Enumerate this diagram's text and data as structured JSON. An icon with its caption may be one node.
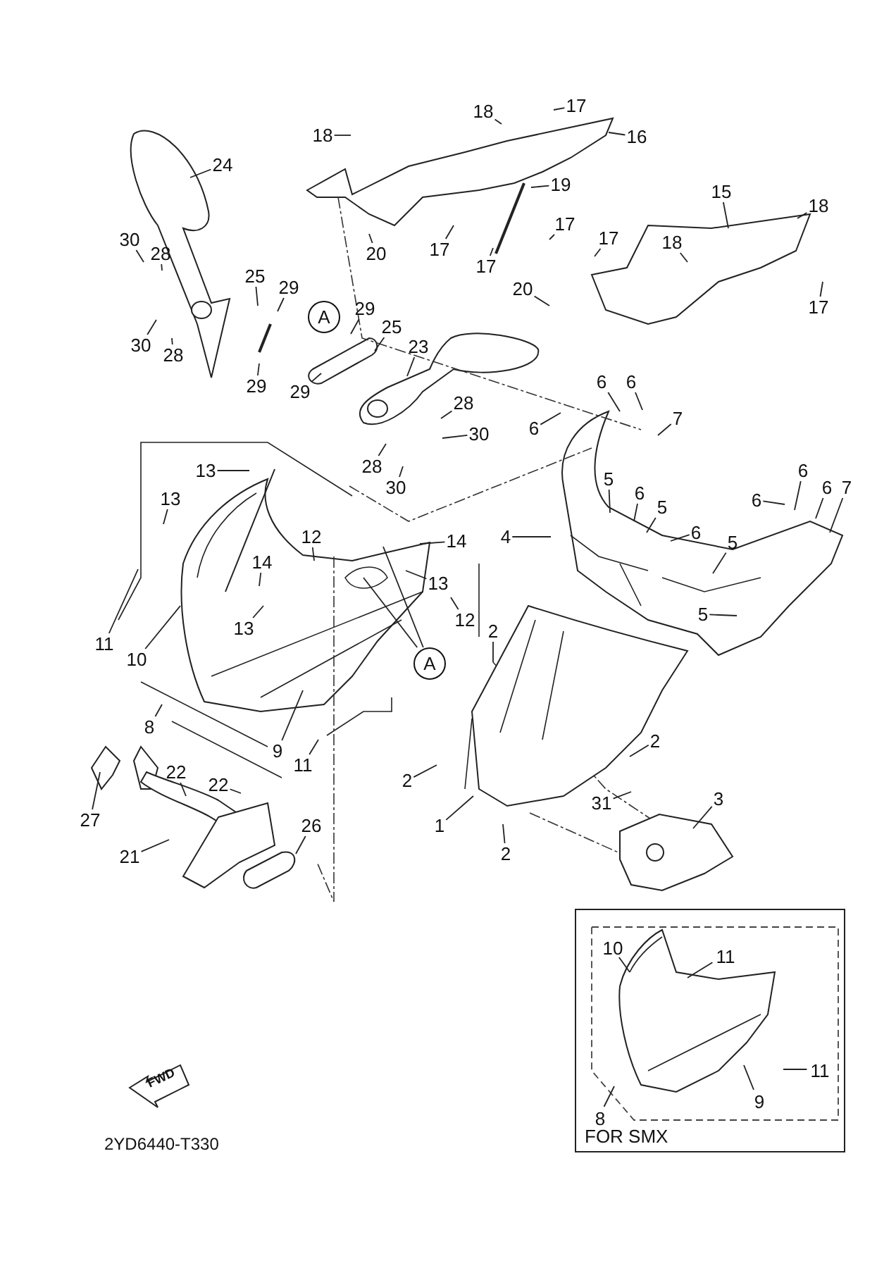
{
  "diagram": {
    "nodes": [
      {
        "text": [
          "18"
        ]
      },
      {
        "text": [
          "18"
        ]
      },
      {
        "text": [
          "17"
        ]
      },
      {
        "text": [
          "16"
        ]
      },
      {
        "text": [
          "24"
        ]
      },
      {
        "text": [
          "19"
        ]
      },
      {
        "text": [
          "15"
        ]
      },
      {
        "text": [
          "18"
        ]
      },
      {
        "text": [
          "30"
        ]
      },
      {
        "text": [
          "28"
        ]
      },
      {
        "text": [
          "20"
        ]
      },
      {
        "text": [
          "17"
        ]
      },
      {
        "text": [
          "17"
        ]
      },
      {
        "text": [
          "17"
        ]
      },
      {
        "text": [
          "17"
        ]
      },
      {
        "text": [
          "18"
        ]
      },
      {
        "text": [
          "20"
        ]
      },
      {
        "text": [
          "17"
        ]
      },
      {
        "text": [
          "25"
        ]
      },
      {
        "text": [
          "29"
        ]
      },
      {
        "text": [
          "A"
        ]
      },
      {
        "text": [
          "29"
        ]
      },
      {
        "text": [
          "30"
        ]
      },
      {
        "text": [
          "28"
        ]
      },
      {
        "text": [
          "25"
        ]
      },
      {
        "text": [
          "23"
        ]
      },
      {
        "text": [
          "6"
        ]
      },
      {
        "text": [
          "6"
        ]
      },
      {
        "text": [
          "29"
        ]
      },
      {
        "text": [
          "29"
        ]
      },
      {
        "text": [
          "28"
        ]
      },
      {
        "text": [
          "7"
        ]
      },
      {
        "text": [
          "6"
        ]
      },
      {
        "text": [
          "30"
        ]
      },
      {
        "text": [
          "28"
        ]
      },
      {
        "text": [
          "13"
        ]
      },
      {
        "text": [
          "6"
        ]
      },
      {
        "text": [
          "5"
        ]
      },
      {
        "text": [
          "30"
        ]
      },
      {
        "text": [
          "6"
        ]
      },
      {
        "text": [
          "7"
        ]
      },
      {
        "text": [
          "6"
        ]
      },
      {
        "text": [
          "13"
        ]
      },
      {
        "text": [
          "6"
        ]
      },
      {
        "text": [
          "5"
        ]
      },
      {
        "text": [
          "6"
        ]
      },
      {
        "text": [
          "4"
        ]
      },
      {
        "text": [
          "12"
        ]
      },
      {
        "text": [
          "14"
        ]
      },
      {
        "text": [
          "5"
        ]
      },
      {
        "text": [
          "14"
        ]
      },
      {
        "text": [
          "13"
        ]
      },
      {
        "text": [
          "5"
        ]
      },
      {
        "text": [
          "12"
        ]
      },
      {
        "text": [
          "13"
        ]
      },
      {
        "text": [
          "2"
        ]
      },
      {
        "text": [
          "11"
        ]
      },
      {
        "text": [
          "10"
        ]
      },
      {
        "text": [
          "A"
        ]
      },
      {
        "text": [
          "8"
        ]
      },
      {
        "text": [
          "2"
        ]
      },
      {
        "text": [
          "9"
        ]
      },
      {
        "text": [
          "11"
        ]
      },
      {
        "text": [
          "2"
        ]
      },
      {
        "text": [
          "22"
        ]
      },
      {
        "text": [
          "22"
        ]
      },
      {
        "text": [
          "31"
        ]
      },
      {
        "text": [
          "3"
        ]
      },
      {
        "text": [
          "27"
        ]
      },
      {
        "text": [
          "1"
        ]
      },
      {
        "text": [
          "26"
        ]
      },
      {
        "text": [
          "2"
        ]
      },
      {
        "text": [
          "21"
        ]
      },
      {
        "text": [
          "FOR SMX"
        ]
      },
      {
        "text": [
          "10"
        ],
        "in": 73
      },
      {
        "text": [
          "11"
        ],
        "in": 73
      },
      {
        "text": [
          "11"
        ],
        "in": 73
      },
      {
        "text": [
          "9"
        ],
        "in": 73
      },
      {
        "text": [
          "8"
        ],
        "in": 73
      }
    ],
    "edges": [
      {
        "from": 0,
        "to": null,
        "arrow": "none"
      },
      {
        "from": 1,
        "to": null,
        "arrow": "none"
      },
      {
        "from": 2,
        "to": null,
        "arrow": "none"
      },
      {
        "from": 3,
        "to": null,
        "arrow": "none"
      },
      {
        "from": 4,
        "to": null,
        "arrow": "none"
      },
      {
        "from": 5,
        "to": null,
        "arrow": "none"
      },
      {
        "from": 6,
        "to": null,
        "arrow": "none"
      },
      {
        "from": 7,
        "to": null,
        "arrow": "none"
      },
      {
        "from": 8,
        "to": null,
        "arrow": "none"
      },
      {
        "from": 9,
        "to": null,
        "arrow": "none"
      },
      {
        "from": 10,
        "to": null,
        "arrow": "none"
      },
      {
        "from": 11,
        "to": null,
        "arrow": "none"
      },
      {
        "from": 12,
        "to": null,
        "arrow": "none"
      },
      {
        "from": 13,
        "to": null,
        "arrow": "none"
      },
      {
        "from": 14,
        "to": null,
        "arrow": "none"
      },
      {
        "from": 15,
        "to": null,
        "arrow": "none"
      },
      {
        "from": 16,
        "to": null,
        "arrow": "none"
      },
      {
        "from": 17,
        "to": null,
        "arrow": "none"
      },
      {
        "from": 18,
        "to": null,
        "arrow": "none"
      },
      {
        "from": 19,
        "to": null,
        "arrow": "none"
      },
      {
        "from": 21,
        "to": null,
        "arrow": "none"
      },
      {
        "from": 22,
        "to": null,
        "arrow": "none"
      },
      {
        "from": 23,
        "to": null,
        "arrow": "none"
      },
      {
        "from": 24,
        "to": null,
        "arrow": "none"
      },
      {
        "from": 25,
        "to": null,
        "arrow": "none"
      },
      {
        "from": 26,
        "to": null,
        "arrow": "none"
      },
      {
        "from": 27,
        "to": null,
        "arrow": "none"
      },
      {
        "from": 28,
        "to": null,
        "arrow": "none"
      },
      {
        "from": 29,
        "to": null,
        "arrow": "none"
      },
      {
        "from": 30,
        "to": null,
        "arrow": "none"
      },
      {
        "from": 31,
        "to": null,
        "arrow": "none"
      },
      {
        "from": 32,
        "to": null,
        "arrow": "none"
      },
      {
        "from": 33,
        "to": null,
        "arrow": "none"
      },
      {
        "from": 34,
        "to": null,
        "arrow": "none"
      },
      {
        "from": 35,
        "to": null,
        "arrow": "none"
      },
      {
        "from": 36,
        "to": null,
        "arrow": "none"
      },
      {
        "from": 37,
        "to": null,
        "arrow": "none"
      },
      {
        "from": 38,
        "to": null,
        "arrow": "none"
      },
      {
        "from": 39,
        "to": null,
        "arrow": "none"
      },
      {
        "from": 40,
        "to": null,
        "arrow": "none"
      },
      {
        "from": 41,
        "to": null,
        "arrow": "none"
      },
      {
        "from": 42,
        "to": null,
        "arrow": "none"
      },
      {
        "from": 43,
        "to": null,
        "arrow": "none"
      },
      {
        "from": 44,
        "to": null,
        "arrow": "none"
      },
      {
        "from": 45,
        "to": null,
        "arrow": "none"
      },
      {
        "from": 46,
        "to": null,
        "arrow": "none"
      },
      {
        "from": 47,
        "to": null,
        "arrow": "none"
      },
      {
        "from": 48,
        "to": null,
        "arrow": "none"
      },
      {
        "from": 49,
        "to": null,
        "arrow": "none"
      },
      {
        "from": 50,
        "to": null,
        "arrow": "none"
      },
      {
        "from": 51,
        "to": null,
        "arrow": "none"
      },
      {
        "from": 52,
        "to": null,
        "arrow": "none"
      },
      {
        "from": 53,
        "to": null,
        "arrow": "none"
      },
      {
        "from": 54,
        "to": null,
        "arrow": "none"
      },
      {
        "from": 55,
        "to": null,
        "arrow": "none"
      },
      {
        "from": 56,
        "to": null,
        "arrow": "none"
      },
      {
        "from": 57,
        "to": null,
        "arrow": "none"
      },
      {
        "from": 58,
        "to": null,
        "arrow": "none"
      },
      {
        "from": 58,
        "to": null,
        "arrow": "none"
      },
      {
        "from": 59,
        "to": null,
        "arrow": "none"
      },
      {
        "from": 60,
        "to": null,
        "arrow": "none"
      },
      {
        "from": 61,
        "to": null,
        "arrow": "none"
      },
      {
        "from": 62,
        "to": null,
        "arrow": "none"
      },
      {
        "from": 63,
        "to": null,
        "arrow": "none"
      },
      {
        "from": 64,
        "to": null,
        "arrow": "none"
      },
      {
        "from": 65,
        "to": null,
        "arrow": "none"
      },
      {
        "from": 66,
        "to": null,
        "arrow": "none"
      },
      {
        "from": 67,
        "to": null,
        "arrow": "none"
      },
      {
        "from": 68,
        "to": null,
        "arrow": "none"
      },
      {
        "from": 69,
        "to": null,
        "arrow": "none"
      },
      {
        "from": 70,
        "to": null,
        "arrow": "none"
      },
      {
        "from": 71,
        "to": null,
        "arrow": "none"
      },
      {
        "from": 72,
        "to": null,
        "arrow": "none"
      },
      {
        "from": 74,
        "to": null,
        "arrow": "none"
      },
      {
        "from": 75,
        "to": null,
        "arrow": "none"
      },
      {
        "from": 76,
        "to": null,
        "arrow": "none"
      },
      {
        "from": 77,
        "to": null,
        "arrow": "none"
      },
      {
        "from": 78,
        "to": null,
        "arrow": "none"
      }
    ],
    "labels": [
      "FWD",
      "2YD6440-T330"
    ]
  }
}
